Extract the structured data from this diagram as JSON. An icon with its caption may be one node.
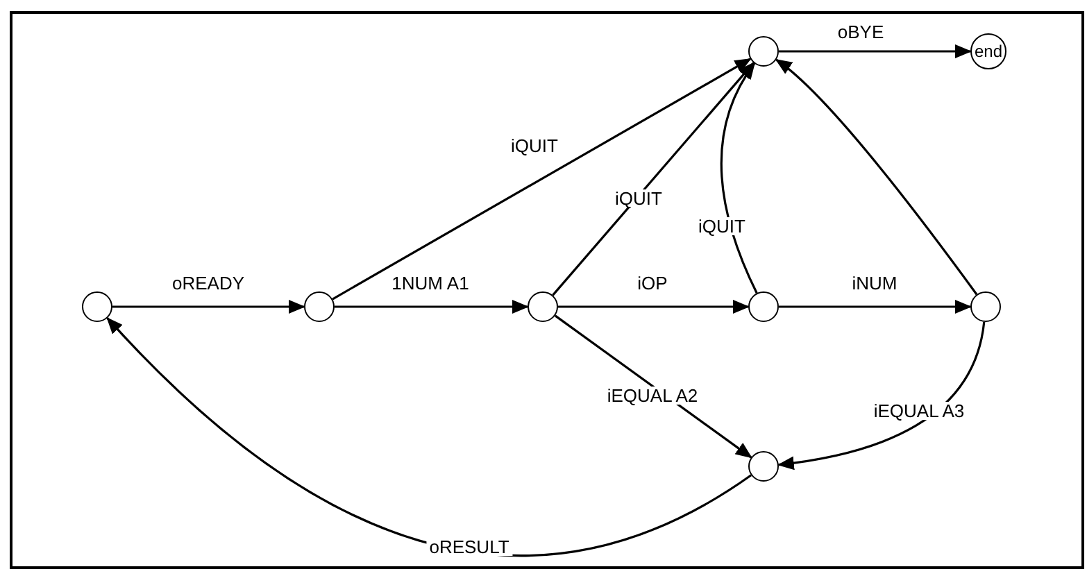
{
  "diagram": {
    "nodes": [
      {
        "text": [],
        "shape": "circle"
      },
      {
        "text": [],
        "shape": "circle"
      },
      {
        "text": [],
        "shape": "circle"
      },
      {
        "text": [],
        "shape": "circle"
      },
      {
        "text": [],
        "shape": "circle"
      },
      {
        "text": [],
        "shape": "circle"
      },
      {
        "text": [
          "end"
        ]
      },
      {
        "text": [],
        "shape": "circle"
      }
    ],
    "edges": [
      {
        "from": 0,
        "to": 1,
        "arrow": "to",
        "label": "oREADY"
      },
      {
        "from": 1,
        "to": 2,
        "arrow": "to",
        "label": "1NUM A1"
      },
      {
        "from": 2,
        "to": 3,
        "arrow": "to",
        "label": "iOP"
      },
      {
        "from": 3,
        "to": 4,
        "arrow": "to",
        "label": "iNUM"
      },
      {
        "from": 1,
        "to": 5,
        "arrow": "to",
        "label": "iQUIT"
      },
      {
        "from": 2,
        "to": 5,
        "arrow": "to",
        "label": "iQUIT"
      },
      {
        "from": 3,
        "to": 5,
        "arrow": "to",
        "label": "iQUIT"
      },
      {
        "from": 4,
        "to": 5,
        "arrow": "to"
      },
      {
        "from": 5,
        "to": 6,
        "arrow": "to",
        "label": "oBYE"
      },
      {
        "from": 2,
        "to": 7,
        "arrow": "to",
        "label": "iEQUAL A2"
      },
      {
        "from": 4,
        "to": 7,
        "arrow": "to",
        "label": "iEQUAL A3"
      },
      {
        "from": 7,
        "to": 0,
        "arrow": "to",
        "label": "oRESULT"
      }
    ]
  }
}
